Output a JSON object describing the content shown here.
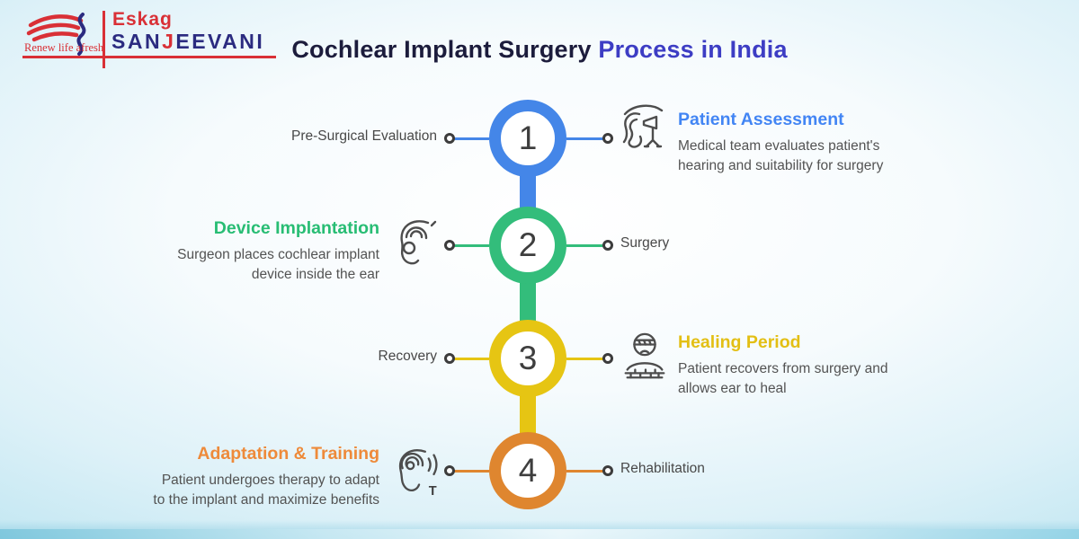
{
  "logo": {
    "brand_top": "Eskag",
    "brand_pre": "SAN",
    "brand_j": "J",
    "brand_post": "EEVANI",
    "tagline": "Renew life afresh",
    "brand_red": "#d93036",
    "brand_navy": "#2b2b80"
  },
  "title": {
    "part1": "Cochlear Implant Surgery",
    "part2": "Process in India",
    "part1_color": "#1c1c3c",
    "part2_color": "#3d3dc4"
  },
  "background": {
    "corner_blue": "#b6e2ef",
    "center": "#ffffff",
    "bottom_band_blue": "#7cc6dc"
  },
  "steps": [
    {
      "number": "1",
      "accent": "#4486e8",
      "heading": "Patient Assessment",
      "heading_color": "#4285f4",
      "description": "Medical team evaluates patient's hearing and suitability for surgery",
      "connector_label": "Pre-Surgical Evaluation",
      "icon": "ear-examination-icon",
      "content_side": "right"
    },
    {
      "number": "2",
      "accent": "#33bd7b",
      "heading": "Device Implantation",
      "heading_color": "#28bd74",
      "description": "Surgeon places cochlear implant device inside the ear",
      "connector_label": "Surgery",
      "icon": "cochlear-implant-ear-icon",
      "content_side": "left"
    },
    {
      "number": "3",
      "accent": "#e6c513",
      "heading": "Healing Period",
      "heading_color": "#e3bf14",
      "description": "Patient recovers from surgery and allows ear to heal",
      "connector_label": "Recovery",
      "icon": "bandaged-patient-icon",
      "content_side": "right"
    },
    {
      "number": "4",
      "accent": "#df862f",
      "heading": "Adaptation & Training",
      "heading_color": "#ee8a3a",
      "description": "Patient undergoes therapy to adapt to the implant and maximize benefits",
      "connector_label": "Rehabilitation",
      "icon": "ear-hearing-training-icon",
      "icon_letter": "T",
      "content_side": "left"
    }
  ]
}
